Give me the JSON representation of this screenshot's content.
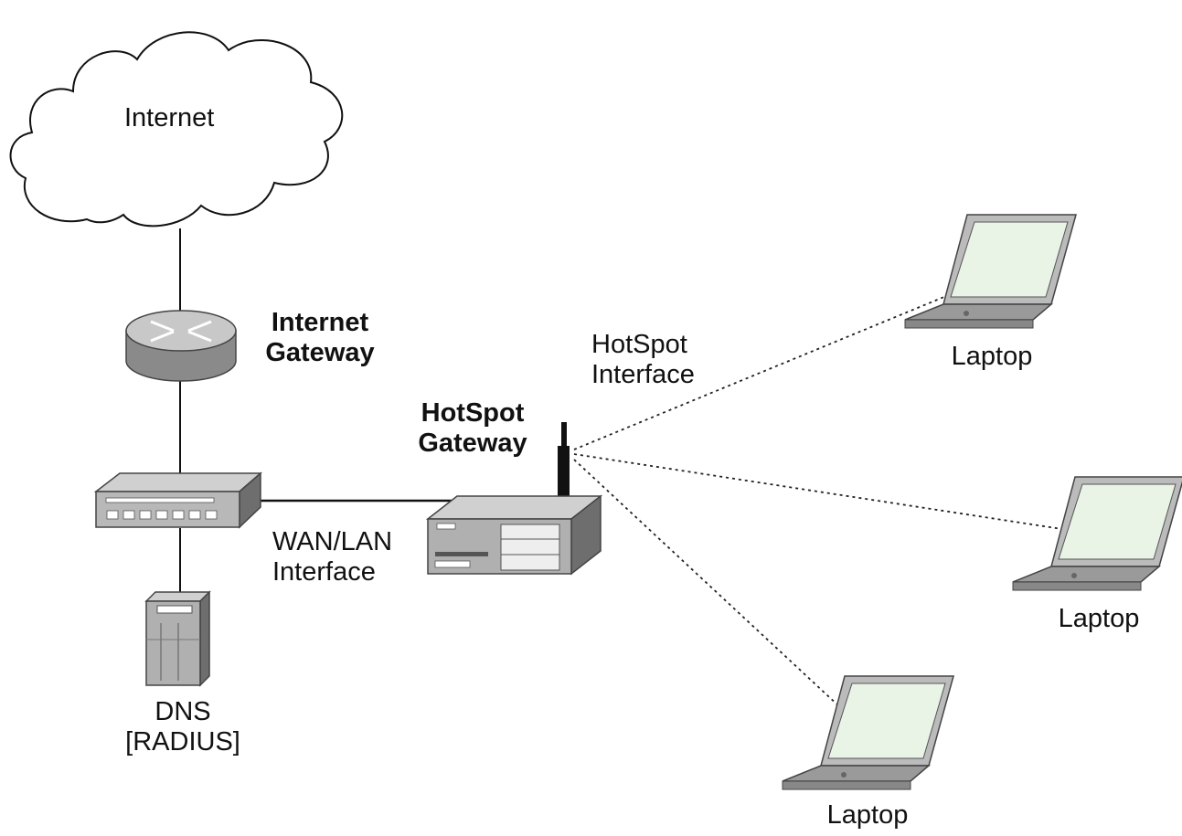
{
  "nodes": {
    "internet": {
      "label": "Internet"
    },
    "internet_gateway": {
      "label_line1": "Internet",
      "label_line2": "Gateway"
    },
    "hotspot_gateway": {
      "label_line1": "HotSpot",
      "label_line2": "Gateway"
    },
    "dns": {
      "label_line1": "DNS",
      "label_line2": "[RADIUS]"
    },
    "laptops": [
      {
        "label": "Laptop"
      },
      {
        "label": "Laptop"
      },
      {
        "label": "Laptop"
      }
    ]
  },
  "interfaces": {
    "wan_lan": {
      "label_line1": "WAN/LAN",
      "label_line2": "Interface"
    },
    "hotspot": {
      "label_line1": "HotSpot",
      "label_line2": "Interface"
    }
  },
  "colors": {
    "device_gray": "#9a9a9a",
    "device_dark": "#555555",
    "screen_green": "#e9f3e6",
    "line": "#111111"
  }
}
